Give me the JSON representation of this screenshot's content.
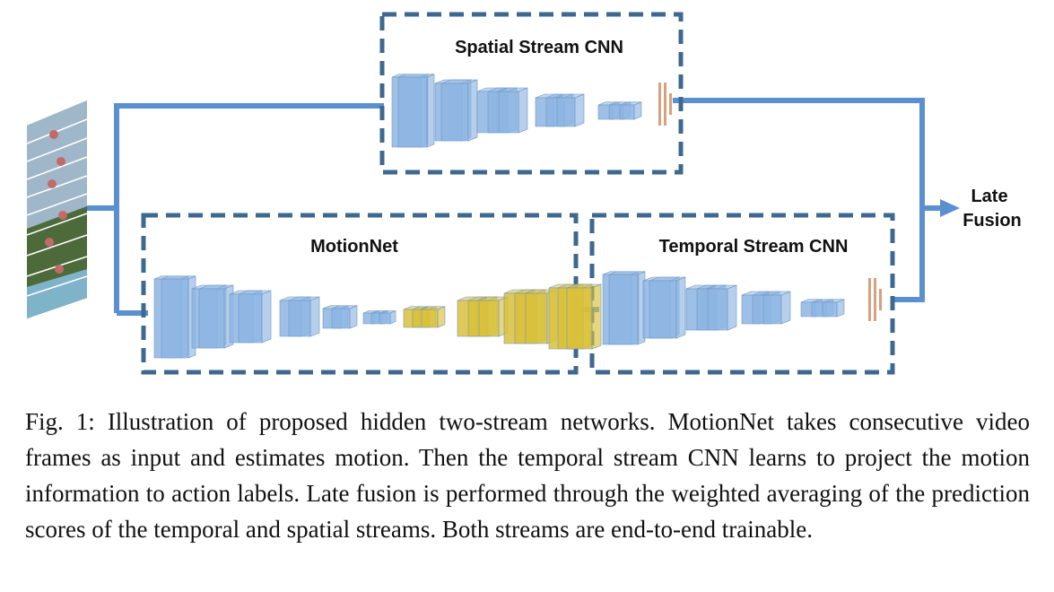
{
  "diagram": {
    "spatial_box_title": "Spatial Stream CNN",
    "motionnet_box_title": "MotionNet",
    "temporal_box_title": "Temporal Stream CNN",
    "late_fusion_label_line1": "Late",
    "late_fusion_label_line2": "Fusion"
  },
  "colors": {
    "connector": "#5a8fd0",
    "box_border": "#3e6890",
    "layer_blue": "#8db5e3",
    "layer_yellow": "#d9c13a",
    "fc_layer": "#d7a07e"
  },
  "caption": {
    "label": "Fig. 1:",
    "text": "Illustration of proposed hidden two-stream networks. MotionNet takes consecutive video frames as input and estimates motion. Then the temporal stream CNN learns to project the motion information to action labels. Late fusion is performed through the weighted averaging of the prediction scores of the temporal and spatial streams. Both streams are end-to-end trainable."
  }
}
